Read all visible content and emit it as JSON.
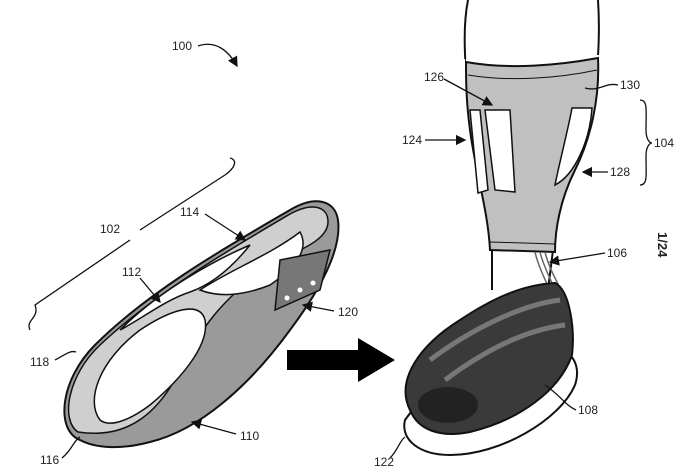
{
  "figure": {
    "sheet_number": "1/24",
    "labels": {
      "system": "100",
      "insole_assembly": "102",
      "sensor_112": "112",
      "sensor_114": "114",
      "sensor_110": "110",
      "edge_118": "118",
      "edge_116": "116",
      "connector_120": "120",
      "sleeve_assembly": "104",
      "sensor_126": "126",
      "sensor_124": "124",
      "sensor_128": "128",
      "sleeve_130": "130",
      "cable_106": "106",
      "shoe_108": "108",
      "sole_122": "122"
    }
  }
}
